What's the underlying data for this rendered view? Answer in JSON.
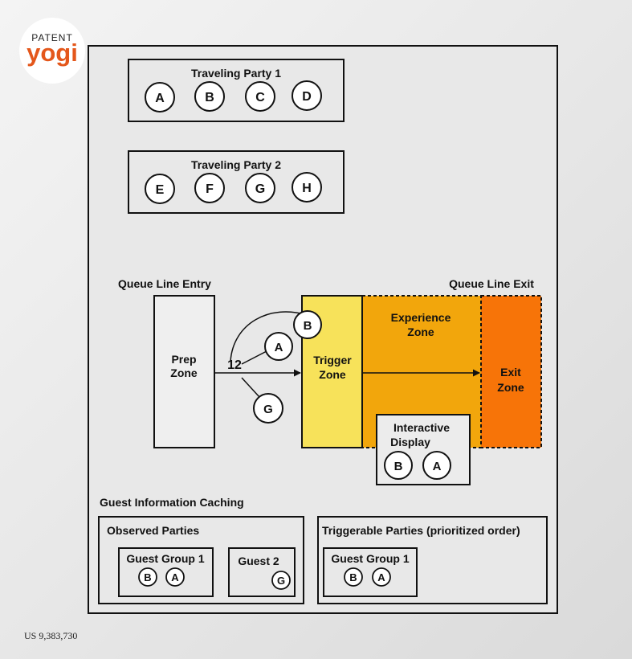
{
  "logo": {
    "line1": "PATENT",
    "line2": "yogi"
  },
  "patent_number": "US 9,383,730",
  "parties": [
    {
      "title": "Traveling Party 1",
      "members": [
        "A",
        "B",
        "C",
        "D"
      ]
    },
    {
      "title": "Traveling Party 2",
      "members": [
        "E",
        "F",
        "G",
        "H"
      ]
    }
  ],
  "queue": {
    "entry_label": "Queue Line Entry",
    "exit_label": "Queue Line Exit",
    "prep_zone": [
      "Prep",
      "Zone"
    ],
    "trigger_zone": [
      "Trigger",
      "Zone"
    ],
    "experience_zone": [
      "Experience",
      "Zone"
    ],
    "exit_zone": [
      "Exit",
      "Zone"
    ],
    "interactive_display": [
      "Interactive",
      "Display"
    ],
    "display_guests": [
      "B",
      "A"
    ],
    "sensor_label": "12",
    "guest_b": "B",
    "guest_a": "A",
    "guest_g": "G"
  },
  "caching": {
    "title": "Guest Information Caching",
    "observed": {
      "title": "Observed Parties",
      "group1": {
        "title": "Guest Group 1",
        "members": [
          "B",
          "A"
        ]
      },
      "guest2": {
        "title": "Guest 2",
        "members": [
          "G"
        ]
      }
    },
    "triggerable": {
      "title": "Triggerable Parties (prioritized order)",
      "group1": {
        "title": "Guest Group 1",
        "members": [
          "B",
          "A"
        ]
      }
    }
  },
  "colors": {
    "trigger": "#f7e25a",
    "experience": "#f2a60c",
    "exit": "#f77408"
  }
}
